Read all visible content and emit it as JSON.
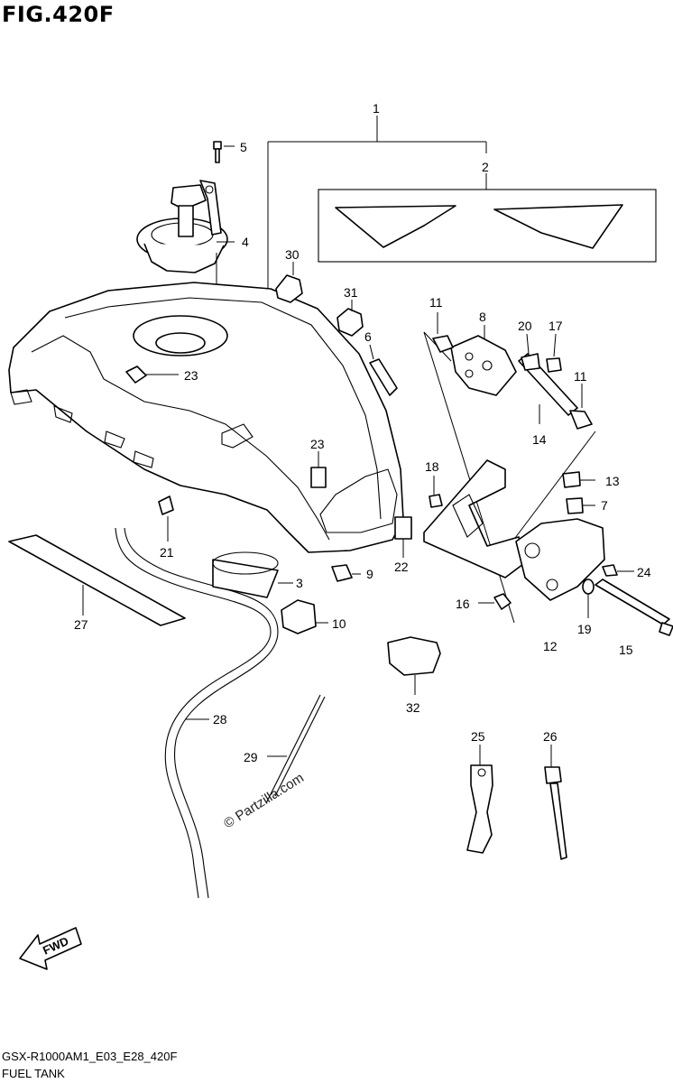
{
  "figure": {
    "title": "FIG.420F",
    "model_code": "GSX-R1000AM1_E03_E28_420F",
    "section_name": "FUEL TANK",
    "watermark": "© Partzilla.com",
    "fwd_label": "FWD"
  },
  "callouts": [
    {
      "id": "c1",
      "label": "1"
    },
    {
      "id": "c2",
      "label": "2"
    },
    {
      "id": "c3",
      "label": "3"
    },
    {
      "id": "c4",
      "label": "4"
    },
    {
      "id": "c5",
      "label": "5"
    },
    {
      "id": "c6",
      "label": "6"
    },
    {
      "id": "c7",
      "label": "7"
    },
    {
      "id": "c8",
      "label": "8"
    },
    {
      "id": "c9",
      "label": "9"
    },
    {
      "id": "c10",
      "label": "10"
    },
    {
      "id": "c11a",
      "label": "11"
    },
    {
      "id": "c11b",
      "label": "11"
    },
    {
      "id": "c12",
      "label": "12"
    },
    {
      "id": "c13",
      "label": "13"
    },
    {
      "id": "c14",
      "label": "14"
    },
    {
      "id": "c15",
      "label": "15"
    },
    {
      "id": "c16",
      "label": "16"
    },
    {
      "id": "c17",
      "label": "17"
    },
    {
      "id": "c18",
      "label": "18"
    },
    {
      "id": "c19",
      "label": "19"
    },
    {
      "id": "c20",
      "label": "20"
    },
    {
      "id": "c21",
      "label": "21"
    },
    {
      "id": "c22",
      "label": "22"
    },
    {
      "id": "c23a",
      "label": "23"
    },
    {
      "id": "c23b",
      "label": "23"
    },
    {
      "id": "c24",
      "label": "24"
    },
    {
      "id": "c25",
      "label": "25"
    },
    {
      "id": "c26",
      "label": "26"
    },
    {
      "id": "c27",
      "label": "27"
    },
    {
      "id": "c28",
      "label": "28"
    },
    {
      "id": "c29",
      "label": "29"
    },
    {
      "id": "c30",
      "label": "30"
    },
    {
      "id": "c31",
      "label": "31"
    },
    {
      "id": "c32",
      "label": "32"
    }
  ]
}
